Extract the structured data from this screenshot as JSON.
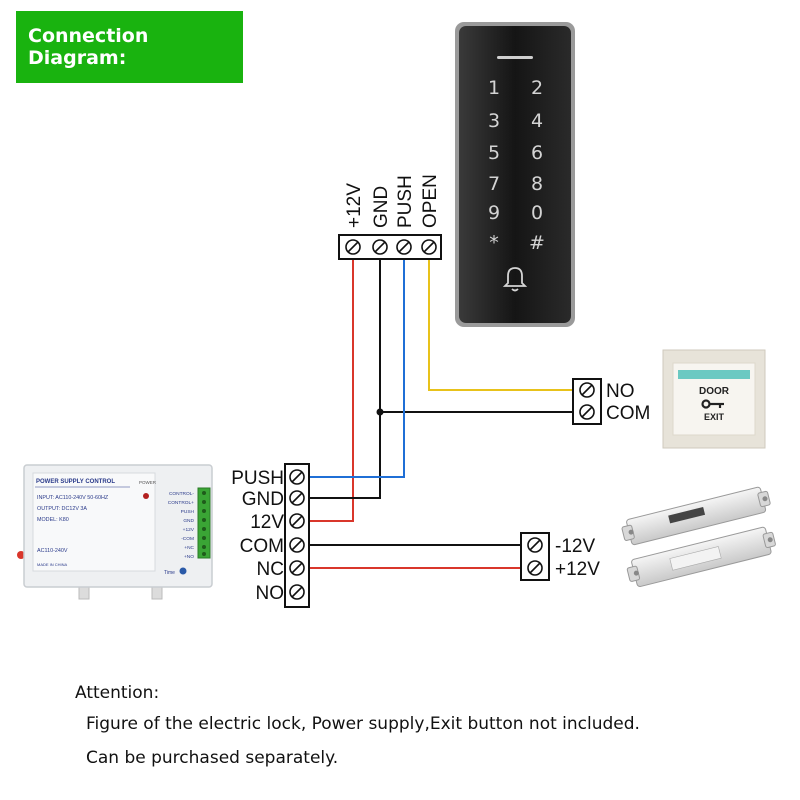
{
  "header": {
    "title": "Connection Diagram:"
  },
  "keypad": {
    "terminals": [
      "+12V",
      "GND",
      "PUSH",
      "OPEN"
    ],
    "keys": [
      "1",
      "2",
      "3",
      "4",
      "5",
      "6",
      "7",
      "8",
      "9",
      "0",
      "*",
      "#"
    ]
  },
  "exit_button": {
    "terminals": [
      "NO",
      "COM"
    ],
    "plate_text_top": "DOOR",
    "plate_text_bottom": "EXIT"
  },
  "power_supply": {
    "label_title": "POWER SUPPLY CONTROL",
    "label_lines": [
      "INPUT: AC110-240V  50-60HZ",
      "OUTPUT: DC12V  3A",
      "MODEL: K80"
    ],
    "voltage_badge": "AC110-240V",
    "made_in": "MADE IN CHINA",
    "power_text": "POWER",
    "side_labels": [
      "CONTROL-",
      "CONTROL+",
      "PUSH",
      "GND",
      "+12V",
      "-COM",
      "+NC",
      "+NO"
    ],
    "time_text": "Time",
    "terminals": [
      "PUSH",
      "GND",
      "12V",
      "COM",
      "NC",
      "NO"
    ]
  },
  "lock": {
    "terminals": [
      "-12V",
      "+12V"
    ]
  },
  "wire_colors": {
    "red": "#d9362b",
    "black": "#111111",
    "blue": "#1f6fd6",
    "yellow": "#e8c21a"
  },
  "notes": {
    "heading": "Attention:",
    "line1": "Figure of the electric lock, Power supply,Exit button not included.",
    "line2": "Can be purchased separately."
  }
}
